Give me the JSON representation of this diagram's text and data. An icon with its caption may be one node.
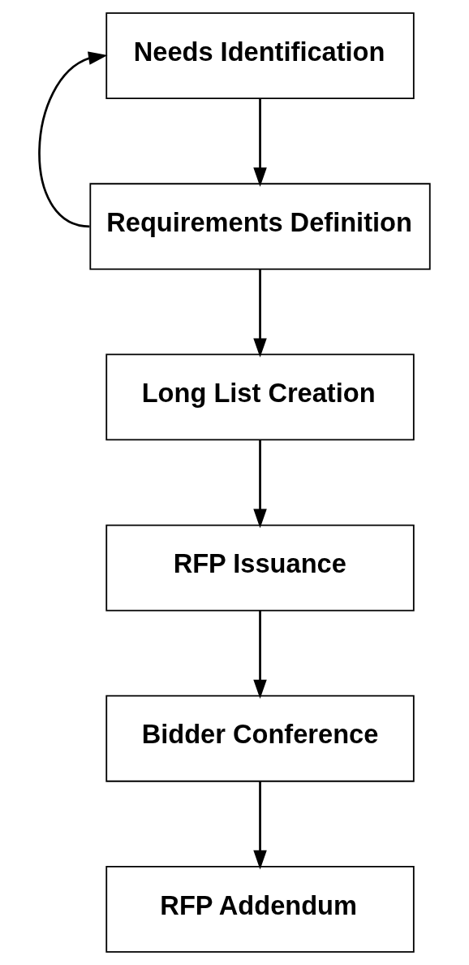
{
  "diagram": {
    "nodes": [
      {
        "text": [
          "Needs Identification"
        ]
      },
      {
        "text": [
          "Requirements Definition"
        ]
      },
      {
        "text": [
          "Long List Creation"
        ]
      },
      {
        "text": [
          "RFP Issuance"
        ]
      },
      {
        "text": [
          "Bidder Conference"
        ]
      },
      {
        "text": [
          "RFP Addendum"
        ]
      }
    ],
    "edges": [
      {
        "from": 0,
        "to": 1,
        "arrow": "to"
      },
      {
        "from": 1,
        "to": 0,
        "arrow": "to"
      },
      {
        "from": 1,
        "to": 2,
        "arrow": "to"
      },
      {
        "from": 2,
        "to": 3,
        "arrow": "to"
      },
      {
        "from": 3,
        "to": 4,
        "arrow": "to"
      },
      {
        "from": 4,
        "to": 5,
        "arrow": "to"
      }
    ]
  }
}
